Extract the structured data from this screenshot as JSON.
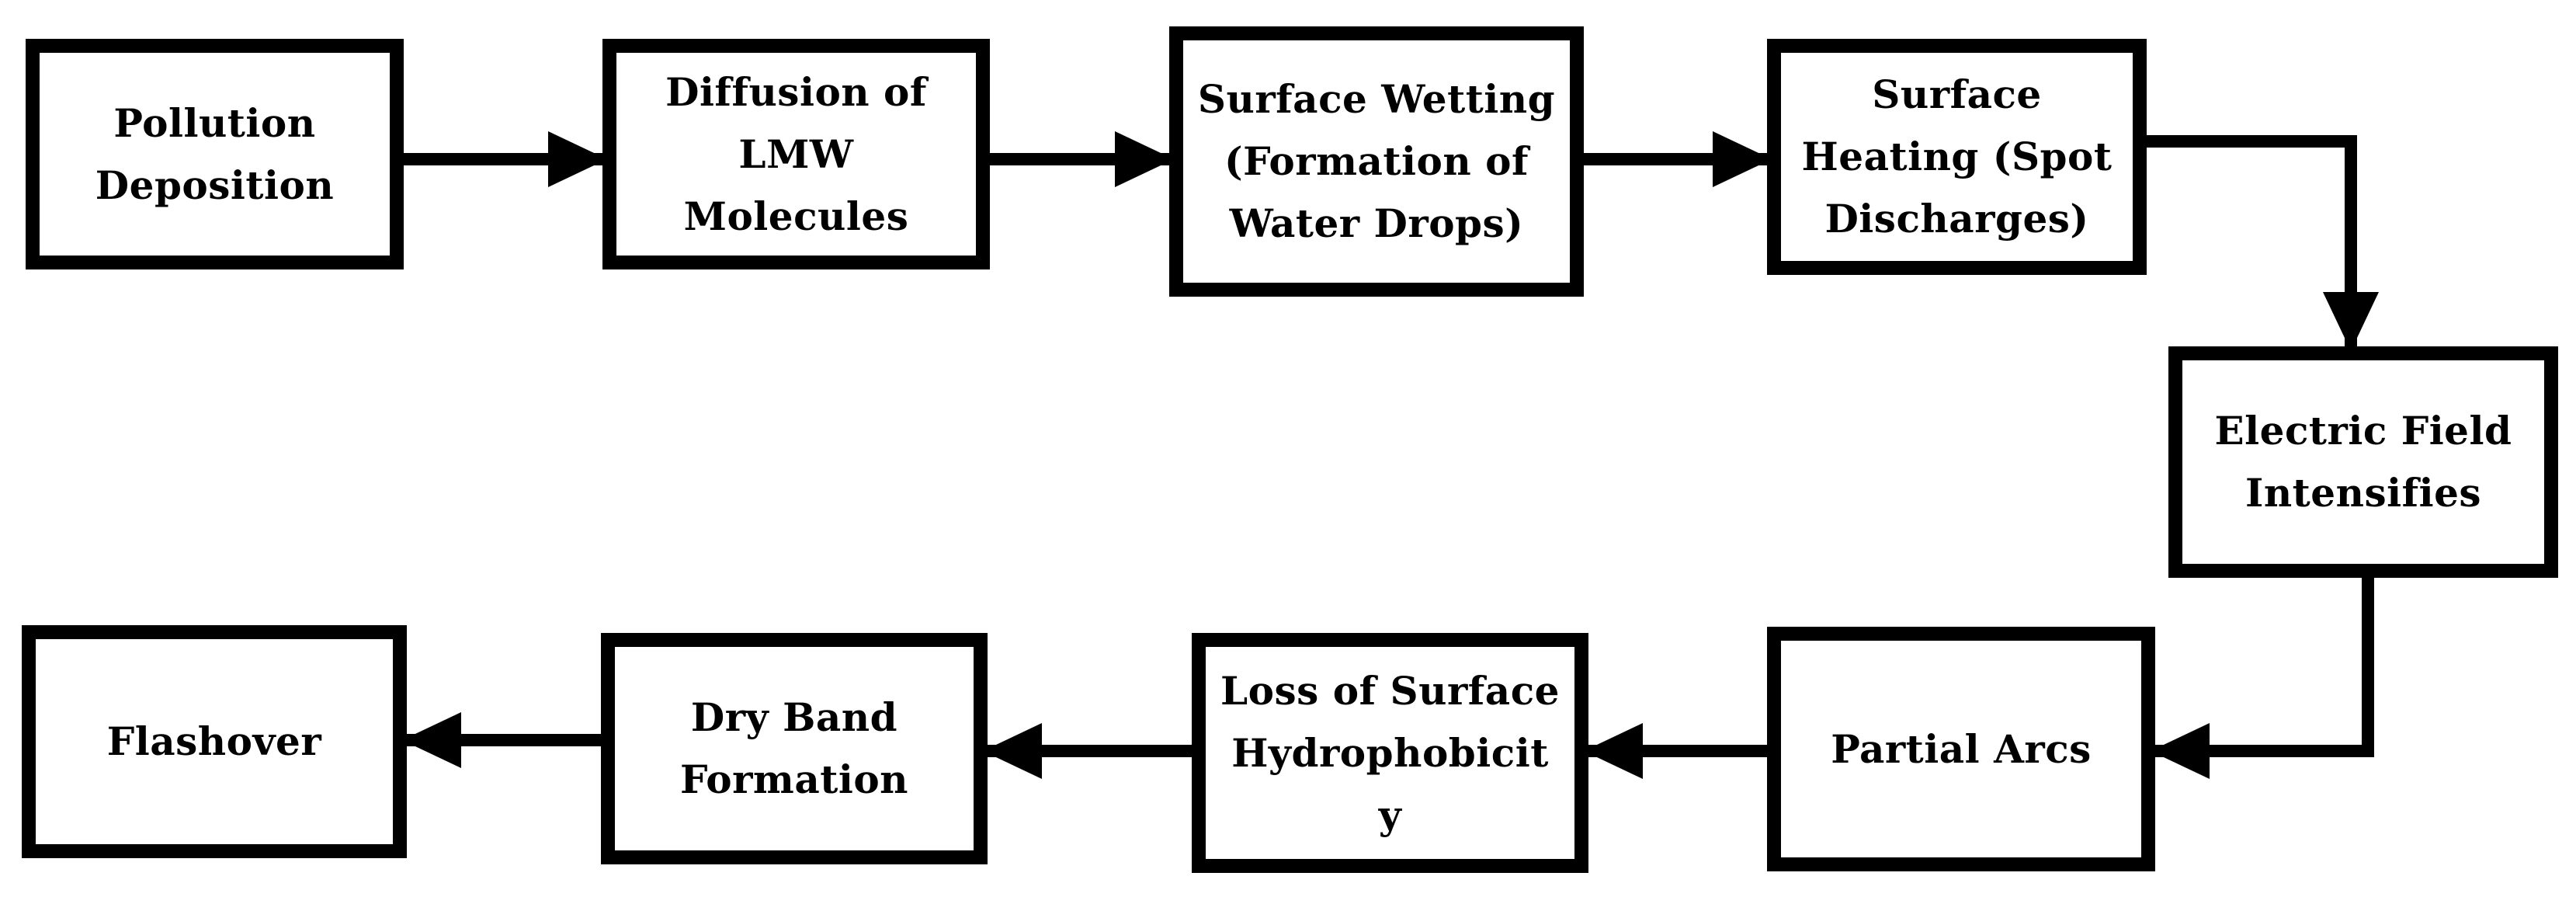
{
  "diagram": {
    "nodes": {
      "pollution_deposition": "Pollution\nDeposition",
      "diffusion_lmw": "Diffusion of\nLMW\nMolecules",
      "surface_wetting": "Surface Wetting\n(Formation of\nWater Drops)",
      "surface_heating": "Surface\nHeating (Spot\nDischarges)",
      "electric_field": "Electric Field\nIntensifies",
      "partial_arcs": "Partial Arcs",
      "loss_hydrophobicity": "Loss of Surface\nHydrophobicit\ny",
      "dry_band": "Dry Band\nFormation",
      "flashover": "Flashover"
    },
    "edges": [
      {
        "from": "pollution_deposition",
        "to": "diffusion_lmw"
      },
      {
        "from": "diffusion_lmw",
        "to": "surface_wetting"
      },
      {
        "from": "surface_wetting",
        "to": "surface_heating"
      },
      {
        "from": "surface_heating",
        "to": "electric_field"
      },
      {
        "from": "electric_field",
        "to": "partial_arcs"
      },
      {
        "from": "partial_arcs",
        "to": "loss_hydrophobicity"
      },
      {
        "from": "loss_hydrophobicity",
        "to": "dry_band"
      },
      {
        "from": "dry_band",
        "to": "flashover"
      }
    ],
    "colors": {
      "stroke": "#000000",
      "fill": "#ffffff"
    }
  }
}
